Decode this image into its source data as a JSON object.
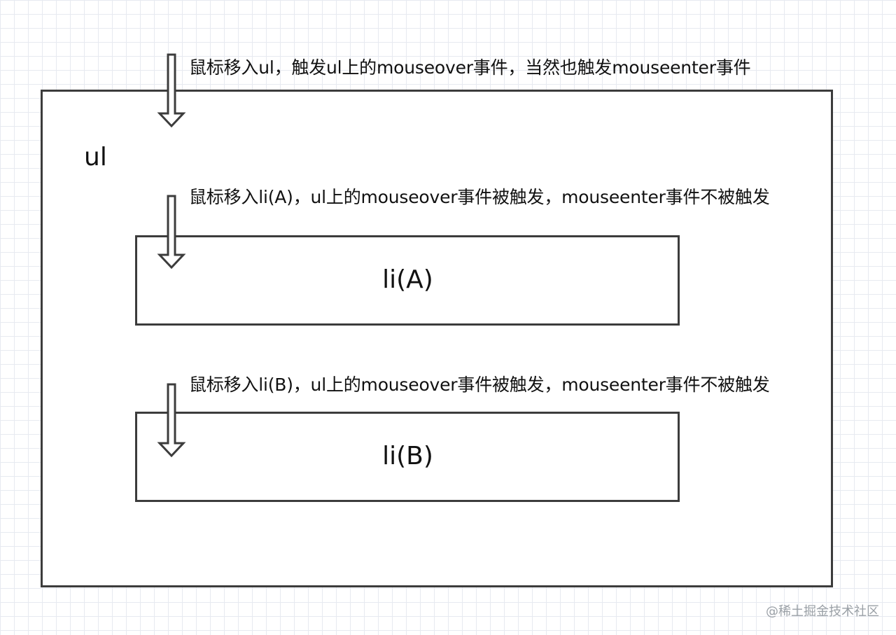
{
  "diagram": {
    "ul_box": {
      "label": "ul"
    },
    "li_a_box": {
      "label": "li(A)"
    },
    "li_b_box": {
      "label": "li(B)"
    },
    "annotations": {
      "enter_ul": "鼠标移入ul，触发ul上的mouseover事件，当然也触发mouseenter事件",
      "enter_li_a": "鼠标移入li(A)，ul上的mouseover事件被触发，mouseenter事件不被触发",
      "enter_li_b": "鼠标移入li(B)，ul上的mouseover事件被触发，mouseenter事件不被触发"
    },
    "arrow_icon": "hollow-down-arrow"
  },
  "watermark": "@稀土掘金技术社区",
  "colors": {
    "border": "#3c3c3c",
    "grid": "#e7eaf0",
    "text": "#111111",
    "watermark": "#9aa0a6"
  }
}
